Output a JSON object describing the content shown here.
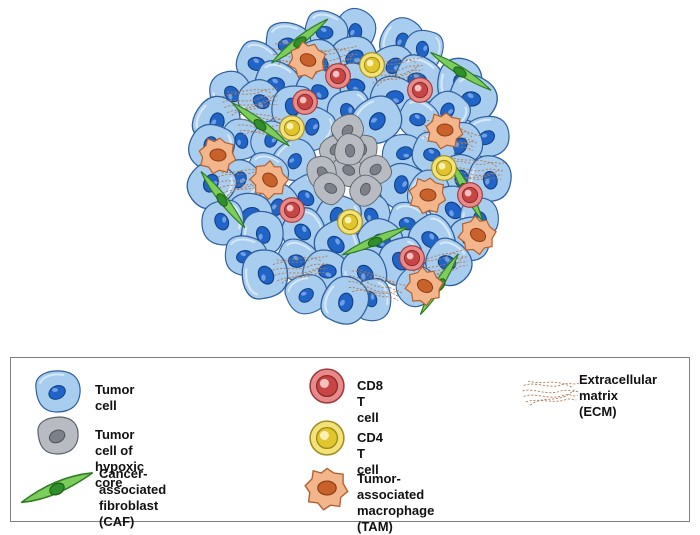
{
  "legend": {
    "tumor_cell": "Tumor cell",
    "tumor_cell_hypoxic": "Tumor cell of hypoxic core",
    "caf": "Cancer-associated\nfibroblast (CAF)",
    "cd8": "CD8 T cell",
    "cd4": "CD4 T cell",
    "tam": "Tumor-associated\nmacrophage (TAM)",
    "ecm": "Extracellular\nmatrix (ECM)"
  },
  "colors": {
    "tumor_fill": "#a9cdee",
    "tumor_stroke": "#2e5f9e",
    "tumor_nucleus": "#1f64c6",
    "hypoxic_fill": "#b8bcc2",
    "hypoxic_nucleus": "#7b8089",
    "caf_fill": "#7ccd5c",
    "caf_stroke": "#2e7d23",
    "cd8_fill": "#e88a8a",
    "cd8_nucleus": "#c84545",
    "cd4_fill": "#f3e27a",
    "cd4_nucleus": "#e0c52c",
    "tam_fill": "#f3b58c",
    "tam_nucleus": "#c9622a",
    "ecm_stroke": "#b07b55"
  }
}
